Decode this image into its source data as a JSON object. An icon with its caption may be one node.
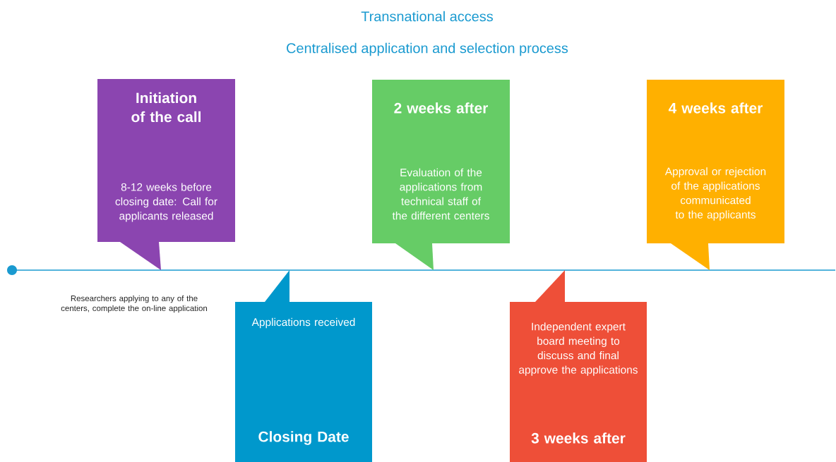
{
  "diagram": {
    "title": "Transnational access",
    "nodes": [
      {
        "text": [
          "Initiation of the call",
          "8-12 weeks before closing date: Call for applicants released"
        ]
      },
      {
        "text": [
          "Applications received",
          "Closing Date"
        ]
      },
      {
        "text": [
          "2 weeks after",
          "Evaluation of the applications from technical staff of the different centers"
        ]
      },
      {
        "text": [
          "Independent expert board meeting to discuss and final approve the applications",
          "3 weeks after"
        ]
      },
      {
        "text": [
          "4 weeks after",
          "Approval or rejection of the applications communicated to the applicants"
        ]
      }
    ],
    "labels": [
      "Centralised application and selection process",
      "Researchers applying to any of the centers, complete the on-line application"
    ]
  }
}
